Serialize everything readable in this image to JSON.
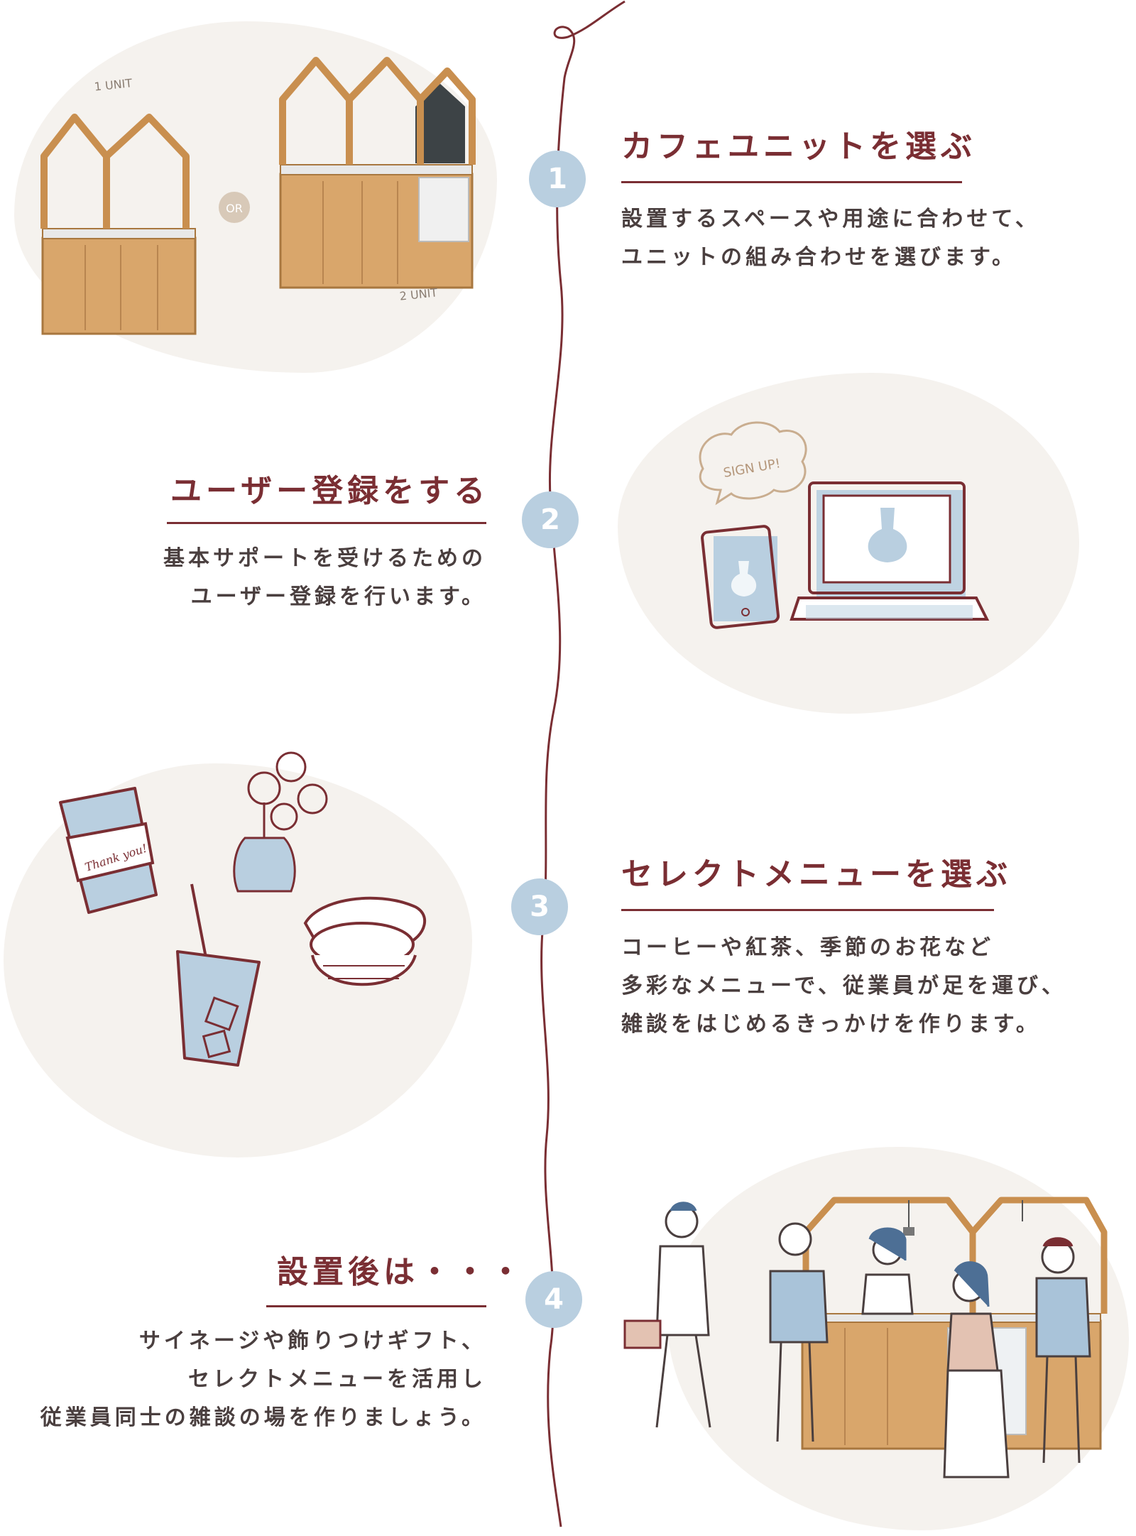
{
  "steps": [
    {
      "number": "1",
      "title": "カフェユニットを選ぶ",
      "desc_lines": [
        "設置するスペースや用途に合わせて、",
        "ユニットの組み合わせを選びます。"
      ],
      "illus": {
        "unit1_label": "1 UNIT",
        "or_label": "OR",
        "unit2_label": "2 UNIT"
      }
    },
    {
      "number": "2",
      "title": "ユーザー登録をする",
      "desc_lines": [
        "基本サポートを受けるための",
        "ユーザー登録を行います。"
      ],
      "illus": {
        "bubble_label": "SIGN UP!"
      }
    },
    {
      "number": "3",
      "title": "セレクトメニューを選ぶ",
      "desc_lines": [
        "コーヒーや紅茶、季節のお花など",
        "多彩なメニューで、従業員が足を運び、",
        "雑談をはじめるきっかけを作ります。"
      ],
      "illus": {
        "cup_label": "Thank you!"
      }
    },
    {
      "number": "4",
      "title": "設置後は・・・",
      "desc_lines": [
        "サイネージや飾りつけギフト、",
        "セレクトメニューを活用し",
        "従業員同士の雑談の場を作りましょう。"
      ]
    }
  ],
  "colors": {
    "accent": "#7a2e33",
    "badge": "#b9cfe0",
    "blob": "#f5f2ee",
    "wood": "#d9a66b",
    "ink": "#6b2a2e"
  }
}
